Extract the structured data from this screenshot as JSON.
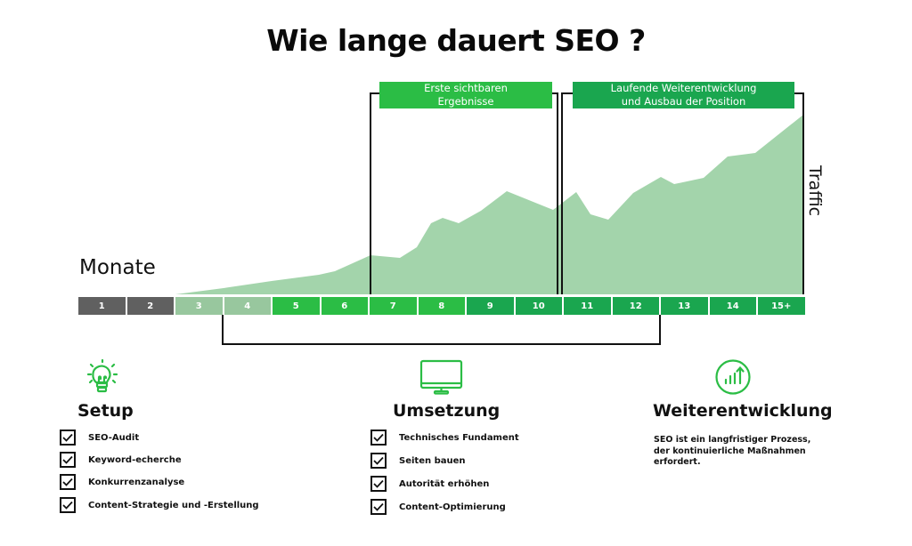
{
  "title": "Wie lange dauert SEO ?",
  "axis": {
    "x_label": "Monate",
    "y_label": "Traffic"
  },
  "phases": [
    {
      "label_line1": "Erste sichtbaren",
      "label_line2": "Ergebnisse",
      "color": "#2bbd45"
    },
    {
      "label_line1": "Laufende Weiterentwicklung",
      "label_line2": "und Ausbau der Position",
      "color": "#1aa64f"
    }
  ],
  "months": [
    {
      "label": "1",
      "color": "#606060"
    },
    {
      "label": "2",
      "color": "#606060"
    },
    {
      "label": "3",
      "color": "#98c79e"
    },
    {
      "label": "4",
      "color": "#98c79e"
    },
    {
      "label": "5",
      "color": "#2bbd45"
    },
    {
      "label": "6",
      "color": "#2bbd45"
    },
    {
      "label": "7",
      "color": "#2bbd45"
    },
    {
      "label": "8",
      "color": "#2bbd45"
    },
    {
      "label": "9",
      "color": "#1aa64f"
    },
    {
      "label": "10",
      "color": "#1aa64f"
    },
    {
      "label": "11",
      "color": "#1aa64f"
    },
    {
      "label": "12",
      "color": "#1aa64f"
    },
    {
      "label": "13",
      "color": "#1aa64f"
    },
    {
      "label": "14",
      "color": "#1aa64f"
    },
    {
      "label": "15+",
      "color": "#1aa64f"
    }
  ],
  "chart_data": {
    "type": "area",
    "title": "Wie lange dauert SEO ?",
    "xlabel": "Monate",
    "ylabel": "Traffic",
    "categories": [
      "1",
      "2",
      "3",
      "4",
      "5",
      "6",
      "7",
      "8",
      "9",
      "10",
      "11",
      "12",
      "13",
      "14",
      "15+"
    ],
    "fill_color": "#a3d4ab",
    "grid": false,
    "note": "Relative traffic (0-100), unlabeled y-axis; curve begins at month 3",
    "x": [
      3.0,
      4.0,
      5.0,
      6.0,
      6.8,
      7.3,
      7.7,
      8.0,
      8.3,
      8.6,
      9.0,
      9.5,
      10.3,
      10.8,
      11.1,
      11.5,
      12.0,
      12.5,
      12.8,
      13.5,
      14.0,
      14.4,
      15.0
    ],
    "values": [
      0,
      5,
      10,
      14,
      21,
      19,
      27,
      39,
      42,
      38,
      48,
      56,
      45,
      58,
      44,
      40,
      53,
      62,
      59,
      61,
      74,
      73,
      86
    ],
    "annotations": [
      {
        "text": "Erste sichtbaren Ergebnisse",
        "x_range": [
          "7",
          "10"
        ]
      },
      {
        "text": "Laufende Weiterentwicklung und Ausbau der Position",
        "x_range": [
          "11",
          "15+"
        ]
      }
    ],
    "bracket_bottom": {
      "x_range": [
        "4",
        "12"
      ]
    }
  },
  "sections": [
    {
      "icon": "lightbulb-icon",
      "title": "Setup",
      "items": [
        "SEO-Audit",
        "Keyword-echerche",
        "Konkurrenzanalyse",
        "Content-Strategie und -Erstellung"
      ]
    },
    {
      "icon": "monitor-icon",
      "title": "Umsetzung",
      "items": [
        "Technisches Fundament",
        "Seiten bauen",
        "Autorität erhöhen",
        "Content-Optimierung"
      ]
    },
    {
      "icon": "growth-chart-icon",
      "title": "Weiterentwicklung",
      "description_lines": [
        "SEO ist ein langfristiger Prozess,",
        "der kontinuierliche Maßnahmen",
        "erfordert."
      ]
    }
  ]
}
